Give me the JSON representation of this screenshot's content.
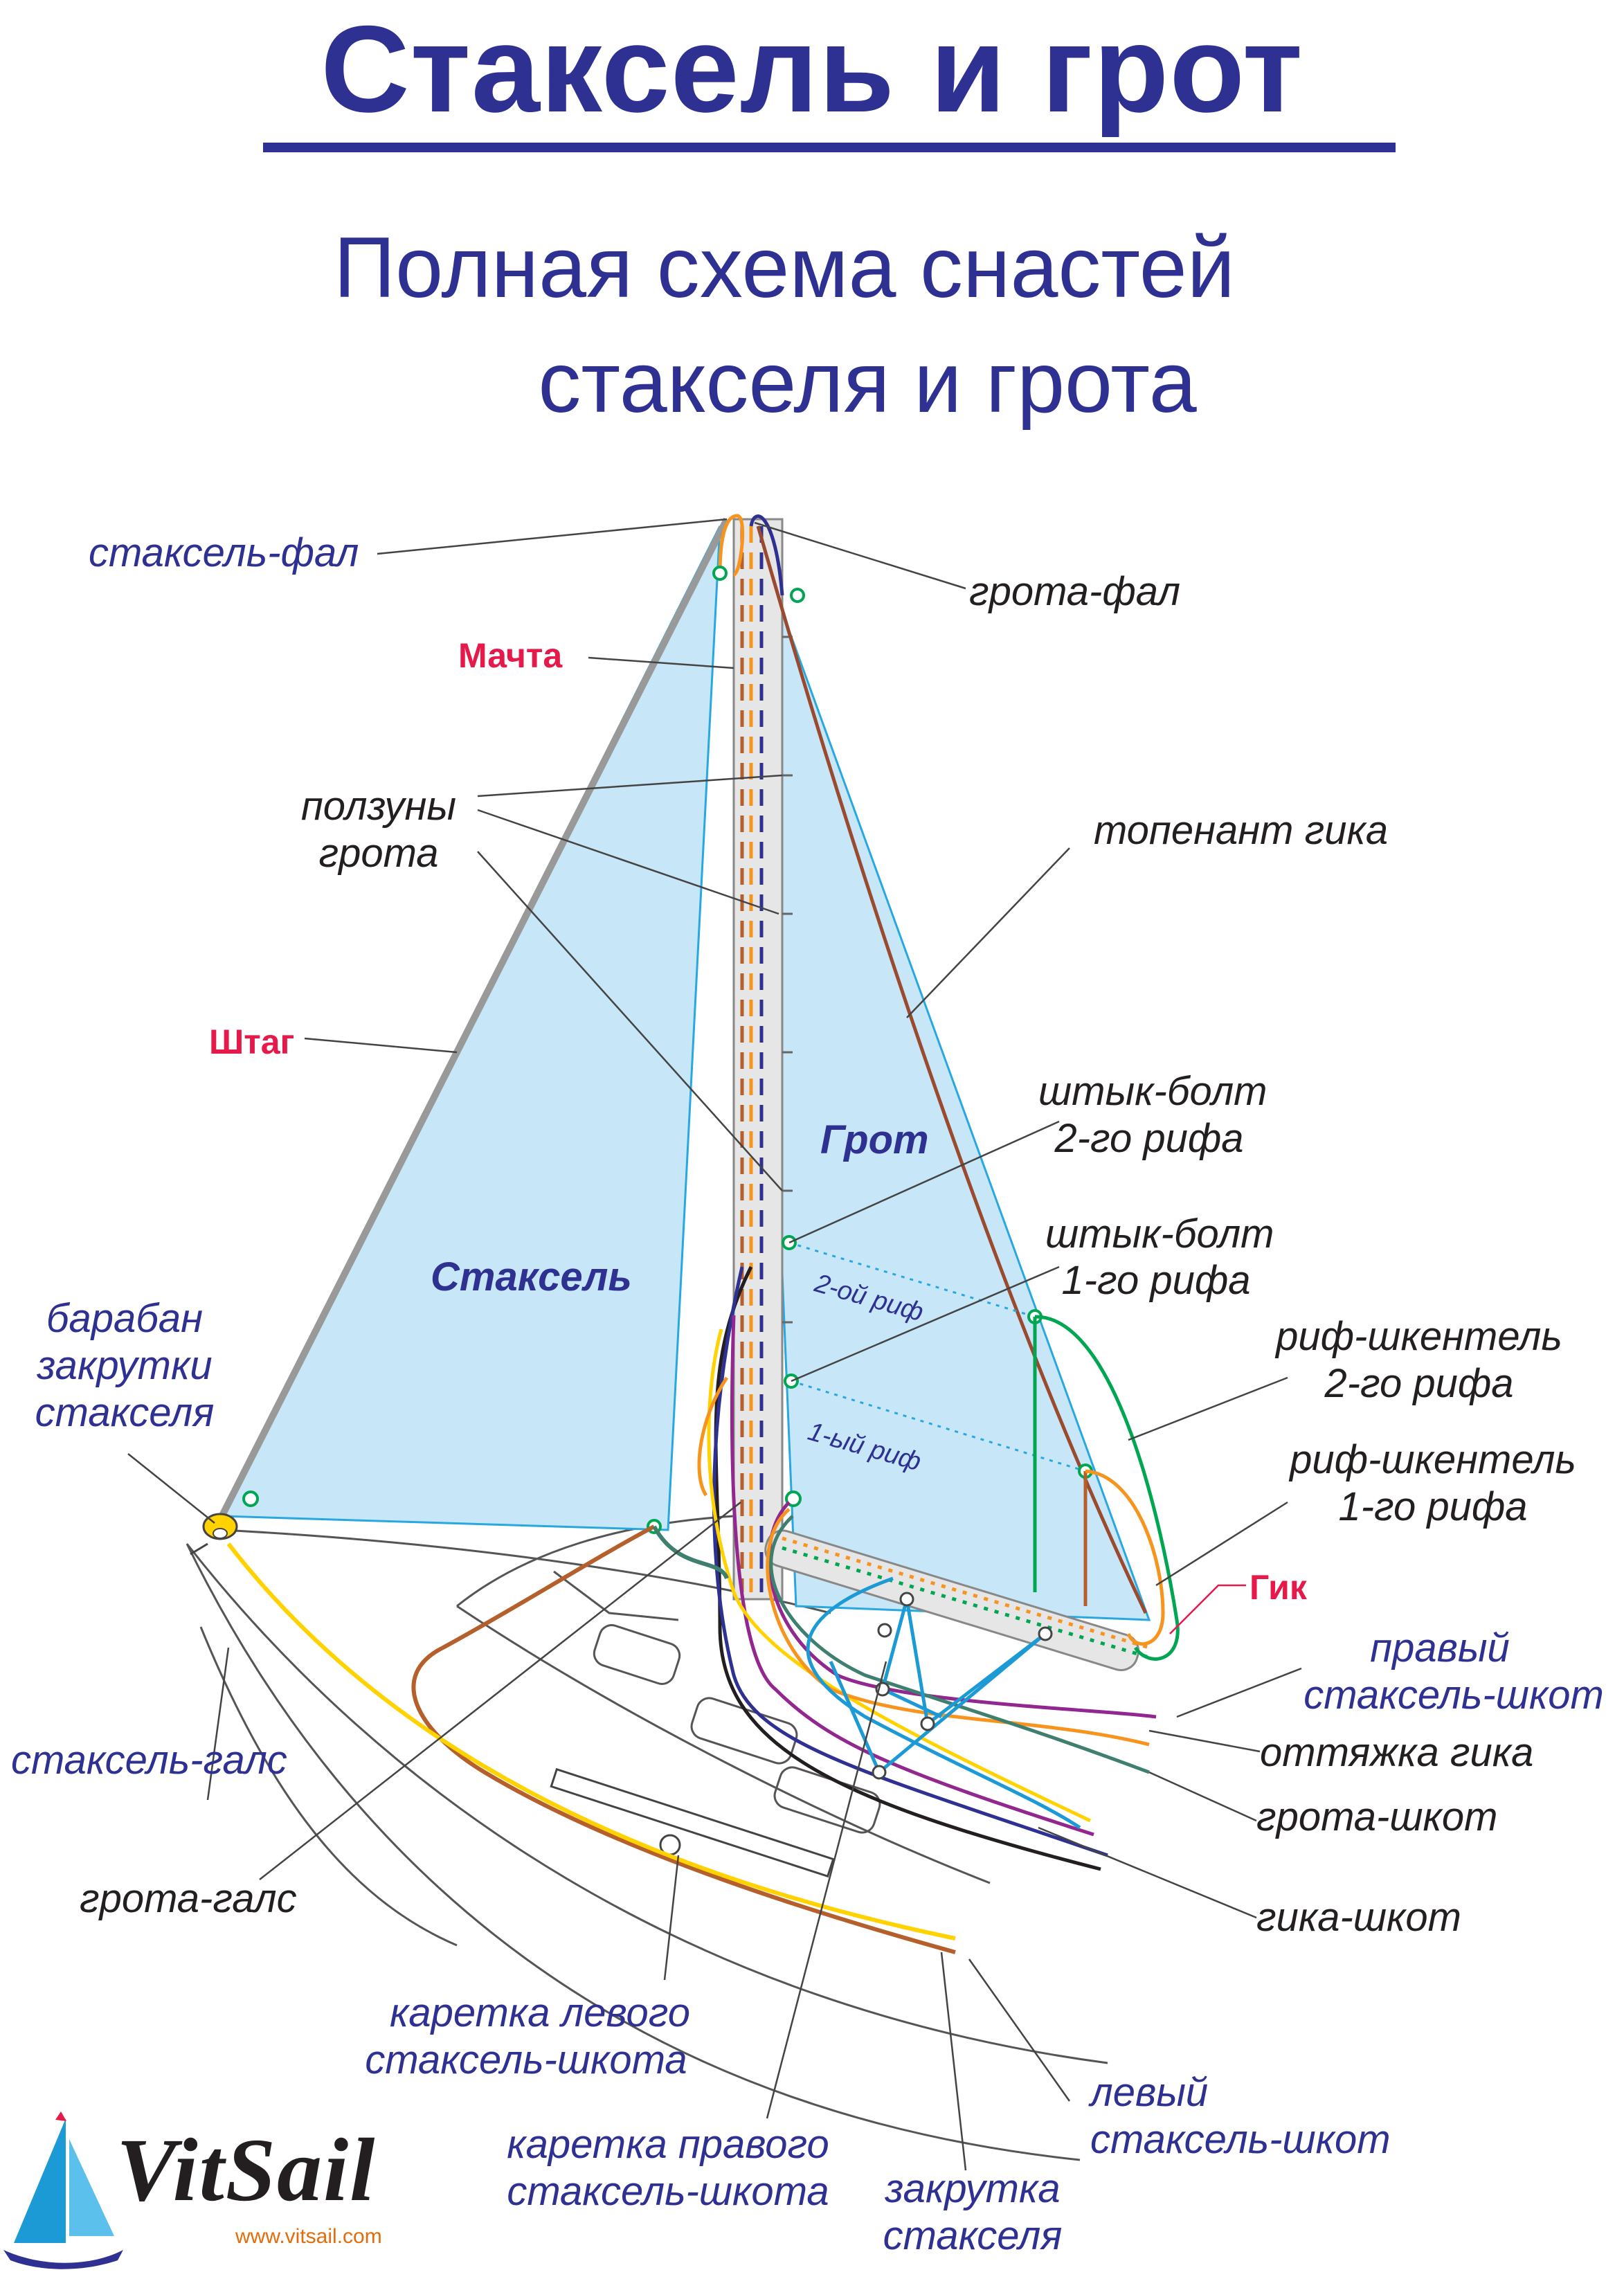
{
  "title": "Стаксель и грот",
  "subtitle": {
    "line1": "Полная схема снастей",
    "line2": "стакселя и грота"
  },
  "labels": {
    "staksel_fal": "стаксель-фал",
    "grota_fal": "грота-фал",
    "machta": "Мачта",
    "polzuny_1": "ползуны",
    "polzuny_2": "грота",
    "topenant": "топенант гика",
    "shtag": "Штаг",
    "shtyk_2_1": "штык-болт",
    "shtyk_2_2": "2-го рифа",
    "grot": "Грот",
    "shtyk_1_1": "штык-болт",
    "shtyk_1_2": "1-го рифа",
    "staksel": "Стаксель",
    "reef2": "2-ой риф",
    "reef1": "1-ый риф",
    "baraban_1": "барабан",
    "baraban_2": "закрутки",
    "baraban_3": "стакселя",
    "shkentel2_1": "риф-шкентель",
    "shkentel2_2": "2-го рифа",
    "shkentel1_1": "риф-шкентель",
    "shkentel1_2": "1-го рифа",
    "gik": "Гик",
    "pravyi_1": "правый",
    "pravyi_2": "стаксель-шкот",
    "ottyazhka": "оттяжка гика",
    "grota_shkot": "грота-шкот",
    "staksel_gals": "стаксель-галс",
    "grota_gals": "грота-галс",
    "gika_shkot": "гика-шкот",
    "karetka_lev_1": "каретка левого",
    "karetka_lev_2": "стаксель-шкота",
    "levyi_1": "левый",
    "levyi_2": "стаксель-шкот",
    "karetka_prav_1": "каретка правого",
    "karetka_prav_2": "стаксель-шкота",
    "zakrutka_1": "закрутка",
    "zakrutka_2": "стакселя"
  },
  "logo": {
    "brand": "VitSail",
    "url": "www.vitsail.com"
  },
  "colors": {
    "title_blue": "#2e3192",
    "accent_red": "#e6194b",
    "sail_fill": "#c7e6f7",
    "sail_edge": "#29a8e0",
    "mast_fill": "#e8e8e8",
    "orange_line": "#f7941d",
    "brown_line": "#b5602c",
    "navy_line": "#2e3192",
    "green_line": "#00a651",
    "purple_line": "#92278f",
    "yellow_line": "#ffd200",
    "blue_line": "#1c9ad6",
    "teal_line": "#3f7f6f"
  }
}
